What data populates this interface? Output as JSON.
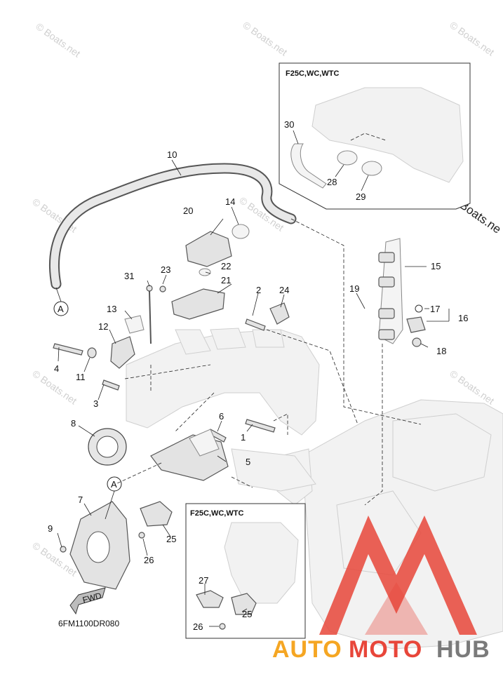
{
  "diagram": {
    "drawing_code": "6FM1100DR080",
    "fwd_label": "FWD",
    "ref_marker": "A",
    "inset_top_title": "F25C,WC,WTC",
    "inset_bottom_title": "F25C,WC,WTC",
    "callouts": [
      "1",
      "2",
      "3",
      "4",
      "5",
      "6",
      "7",
      "8",
      "9",
      "10",
      "11",
      "12",
      "13",
      "14",
      "15",
      "16",
      "17",
      "18",
      "19",
      "20",
      "21",
      "22",
      "23",
      "24",
      "25",
      "25",
      "26",
      "26",
      "27",
      "28",
      "29",
      "30",
      "31"
    ]
  },
  "watermark": {
    "text": "© Boats.net",
    "edge_text": "© Boats.ne"
  },
  "logo": {
    "part1": "AUTO",
    "part2": "MOTO",
    "part3": "HUB",
    "colors": {
      "auto": "#f5a623",
      "moto": "#e8463a",
      "hub": "#7a7a7a",
      "mark": "#e8463a"
    }
  }
}
